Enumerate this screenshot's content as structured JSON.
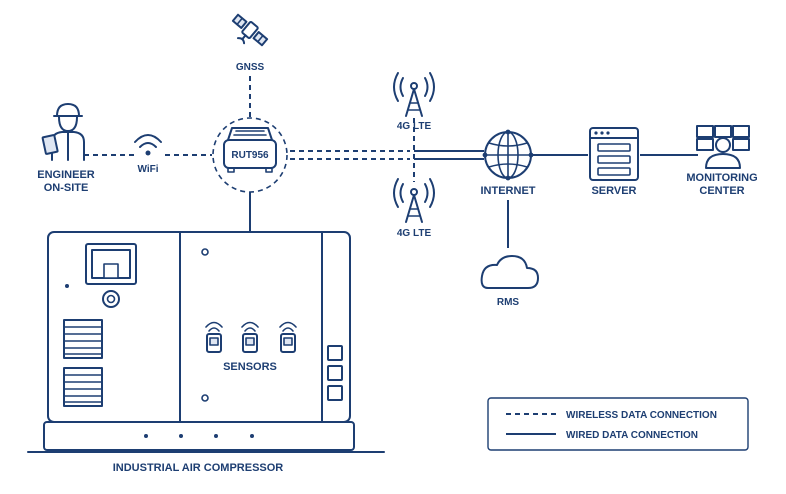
{
  "labels": {
    "gnss": "GNSS",
    "lte_top": "4G LTE",
    "lte_bottom": "4G LTE",
    "router": "RUT956",
    "engineer_line1": "ENGINEER",
    "engineer_line2": "ON-SITE",
    "wifi": "WiFi",
    "internet": "INTERNET",
    "server": "SERVER",
    "monitoring_line1": "MONITORING",
    "monitoring_line2": "CENTER",
    "rms": "RMS",
    "sensors": "SENSORS",
    "compressor": "INDUSTRIAL AIR COMPRESSOR"
  },
  "legend": {
    "wireless": "WIRELESS DATA CONNECTION",
    "wired": "WIRED DATA CONNECTION"
  },
  "icons": {
    "satellite": "satellite-icon",
    "tower": "cell-tower-icon",
    "router": "router-icon",
    "engineer": "engineer-icon",
    "wifi": "wifi-icon",
    "globe": "globe-icon",
    "server": "server-icon",
    "monitor": "monitoring-center-icon",
    "cloud": "cloud-icon",
    "sensor": "sensor-icon"
  },
  "colors": {
    "primary": "#1d3e72",
    "accent_light": "#dfe6f2",
    "background": "#ffffff"
  }
}
